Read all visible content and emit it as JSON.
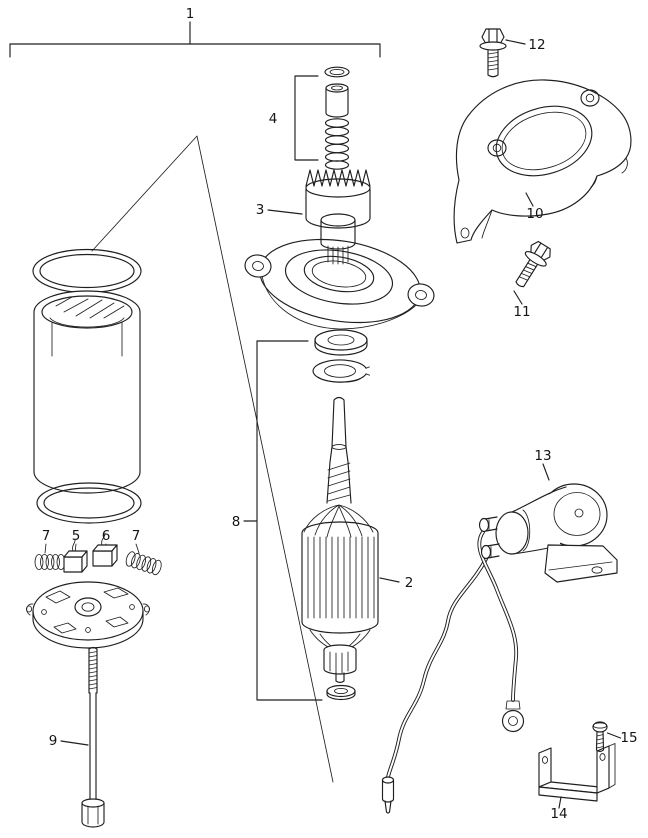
{
  "figure": {
    "background_color": "#ffffff",
    "line_color": "#1f1f1f",
    "callouts": {
      "c1": "1",
      "c2": "2",
      "c3": "3",
      "c4": "4",
      "c5": "5",
      "c6": "6",
      "c7a": "7",
      "c7b": "7",
      "c8": "8",
      "c9": "9",
      "c10": "10",
      "c11": "11",
      "c12": "12",
      "c13": "13",
      "c14": "14",
      "c15": "15"
    }
  }
}
